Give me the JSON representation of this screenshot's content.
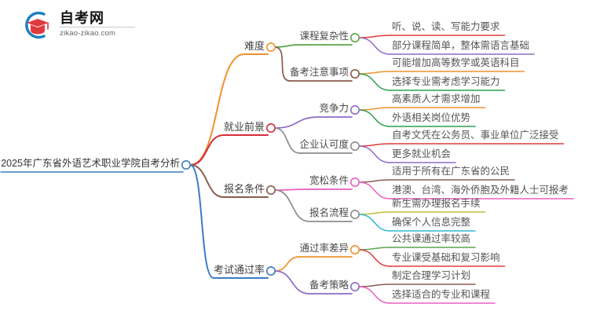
{
  "logo": {
    "title": "自考网",
    "subtitle": "zikao-zikao.com",
    "mark_icon": "graduation-cap-icon",
    "arc_color": "#1a7fc1",
    "cap_color": "#e03a3e"
  },
  "mindmap": {
    "root": {
      "label": "2025年广东省外语艺术职业学院自考分析",
      "color": "#3b7cc4"
    },
    "branches": [
      {
        "label": "难度",
        "color": "#f0922b",
        "children": [
          {
            "label": "课程复杂性",
            "color": "#5aa64b",
            "leaves": [
              {
                "label": "听、说、读、写能力要求",
                "color": "#e23b3b"
              },
              {
                "label": "部分课程简单，整体需语言基础",
                "color": "#8f6bc4"
              }
            ]
          },
          {
            "label": "备考注意事项",
            "color": "#8a5c4e",
            "leaves": [
              {
                "label": "可能增加高等数学或英语科目",
                "color": "#f0922b"
              },
              {
                "label": "选择专业需考虑学习能力",
                "color": "#2e9e4f"
              }
            ]
          }
        ]
      },
      {
        "label": "就业前景",
        "color": "#d62b3b",
        "children": [
          {
            "label": "竞争力",
            "color": "#8f6bc4",
            "leaves": [
              {
                "label": "高素质人才需求增加",
                "color": "#f0922b"
              },
              {
                "label": "外语相关岗位优势",
                "color": "#2e9e4f"
              }
            ]
          },
          {
            "label": "企业认可度",
            "color": "#8c8c8c",
            "leaves": [
              {
                "label": "自考文凭在公务员、事业单位广泛接受",
                "color": "#e23b3b"
              },
              {
                "label": "更多就业机会",
                "color": "#8f6bc4"
              }
            ]
          }
        ]
      },
      {
        "label": "报名条件",
        "color": "#8a5c4e",
        "children": [
          {
            "label": "宽松条件",
            "color": "#ea5fc0",
            "leaves": [
              {
                "label": "适用于所有在广东省的公民",
                "color": "#8a5c4e"
              },
              {
                "label": "港澳、台湾、海外侨胞及外籍人士可报考",
                "color": "#ea5fc0"
              }
            ]
          },
          {
            "label": "报名流程",
            "color": "#8c8c8c",
            "leaves": [
              {
                "label": "新生需办理报名手续",
                "color": "#c3bf36"
              },
              {
                "label": "确保个人信息完整",
                "color": "#2fb7d9"
              }
            ]
          }
        ]
      },
      {
        "label": "考试通过率",
        "color": "#3b7cc4",
        "children": [
          {
            "label": "通过率差异",
            "color": "#f0922b",
            "leaves": [
              {
                "label": "公共课通过率较高",
                "color": "#5aa64b"
              },
              {
                "label": "专业课受基础和复习影响",
                "color": "#e23b3b"
              }
            ]
          },
          {
            "label": "备考策略",
            "color": "#8f6bc4",
            "leaves": [
              {
                "label": "制定合理学习计划",
                "color": "#8a5c4e"
              },
              {
                "label": "选择适合的专业和课程",
                "color": "#ea5fc0"
              }
            ]
          }
        ]
      }
    ]
  }
}
